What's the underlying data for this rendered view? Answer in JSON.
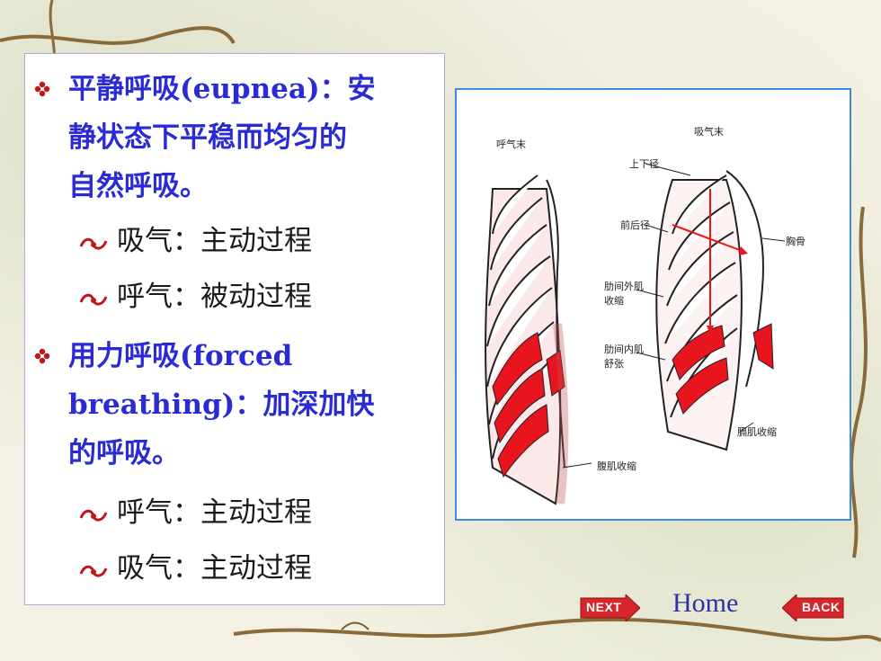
{
  "content": {
    "bullet1": {
      "lines": [
        "平静呼吸(eupnea)：安",
        "静状态下平稳而均匀的",
        "自然呼吸。"
      ],
      "sub": [
        "吸气：主动过程",
        "呼气：被动过程"
      ]
    },
    "bullet2": {
      "lines": [
        "用力呼吸(forced",
        "breathing)：加深加快",
        "的呼吸。"
      ],
      "sub": [
        "呼气：主动过程",
        "吸气：主动过程"
      ]
    }
  },
  "figure": {
    "labels": {
      "exhale_end": "呼气末",
      "inhale_end": "吸气末",
      "vertical_diameter": "上下径",
      "ap_diameter": "前后径",
      "sternum": "胸骨",
      "ext_intercostal": "肋间外肌",
      "ext_intercostal2": "收缩",
      "int_intercostal": "肋间内肌",
      "int_intercostal2": "舒张",
      "diaphragm": "膈肌收缩",
      "abdominal": "腹肌收缩"
    }
  },
  "nav": {
    "next": "NEXT",
    "home": "Home",
    "back": "BACK"
  },
  "colors": {
    "bullet_text": "#2b2bd6",
    "sub_text": "#1a1a1a",
    "figure_border": "#3b8de0",
    "panel_border": "#b6a6d4",
    "muscle_red": "#e8141e",
    "nav_red": "#d6262b"
  }
}
